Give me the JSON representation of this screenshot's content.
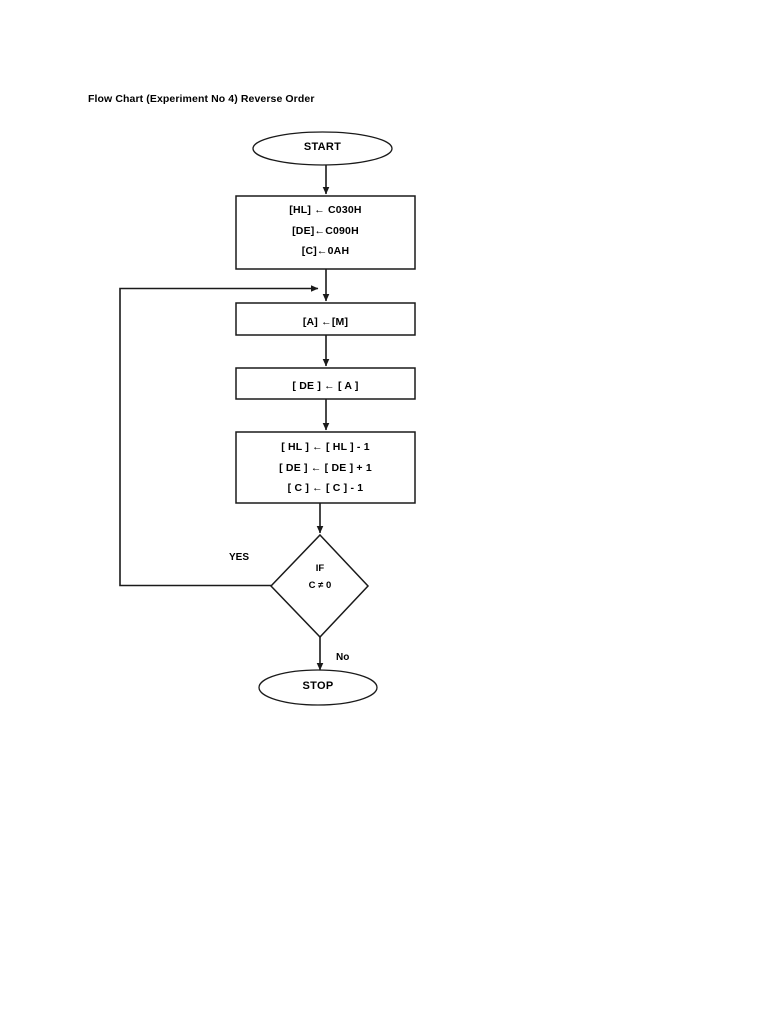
{
  "document": {
    "title": "Flow Chart  (Experiment No 4) Reverse Order",
    "background_color": "#ffffff",
    "line_color": "#1a1a1a",
    "text_color": "#000000"
  },
  "chart_data": {
    "type": "diagram",
    "title": "Flow Chart  (Experiment No 4) Reverse Order",
    "nodes": [
      {
        "id": "start",
        "shape": "terminator",
        "label": "START"
      },
      {
        "id": "init",
        "shape": "process",
        "lines": [
          "[HL] ← C030H",
          "[DE]←C090H",
          "[C]←0AH"
        ]
      },
      {
        "id": "load",
        "shape": "process",
        "lines": [
          "[A] ←[M]"
        ]
      },
      {
        "id": "store",
        "shape": "process",
        "lines": [
          "[ DE ] ← [ A ]"
        ]
      },
      {
        "id": "update",
        "shape": "process",
        "lines": [
          "[ HL ] ← [ HL ] - 1",
          "[ DE ] ← [ DE ] + 1",
          "[ C ] ← [ C ] - 1"
        ]
      },
      {
        "id": "decide",
        "shape": "decision",
        "lines": [
          "IF",
          "C ≠ 0"
        ]
      },
      {
        "id": "stop",
        "shape": "terminator",
        "label": "STOP"
      }
    ],
    "edges": [
      {
        "from": "start",
        "to": "init",
        "label": ""
      },
      {
        "from": "init",
        "to": "load",
        "label": ""
      },
      {
        "from": "load",
        "to": "store",
        "label": ""
      },
      {
        "from": "store",
        "to": "update",
        "label": ""
      },
      {
        "from": "update",
        "to": "decide",
        "label": ""
      },
      {
        "from": "decide",
        "to": "load",
        "label": "YES"
      },
      {
        "from": "decide",
        "to": "stop",
        "label": "No"
      }
    ]
  },
  "labels": {
    "start": "START",
    "stop": "STOP",
    "yes": "YES",
    "no": "No",
    "init_line1": "[HL] ← C030H",
    "init_line2": "[DE]←C090H",
    "init_line3": "[C]←0AH",
    "load_line1": "[A] ←[M]",
    "store_line1": "[ DE ] ← [ A ]",
    "update_line1": "[ HL ] ← [ HL ] - 1",
    "update_line2": "[ DE ] ← [ DE ] + 1",
    "update_line3": "[ C ] ← [ C ] - 1",
    "decide_line1": "IF",
    "decide_line2": "C ≠ 0"
  }
}
